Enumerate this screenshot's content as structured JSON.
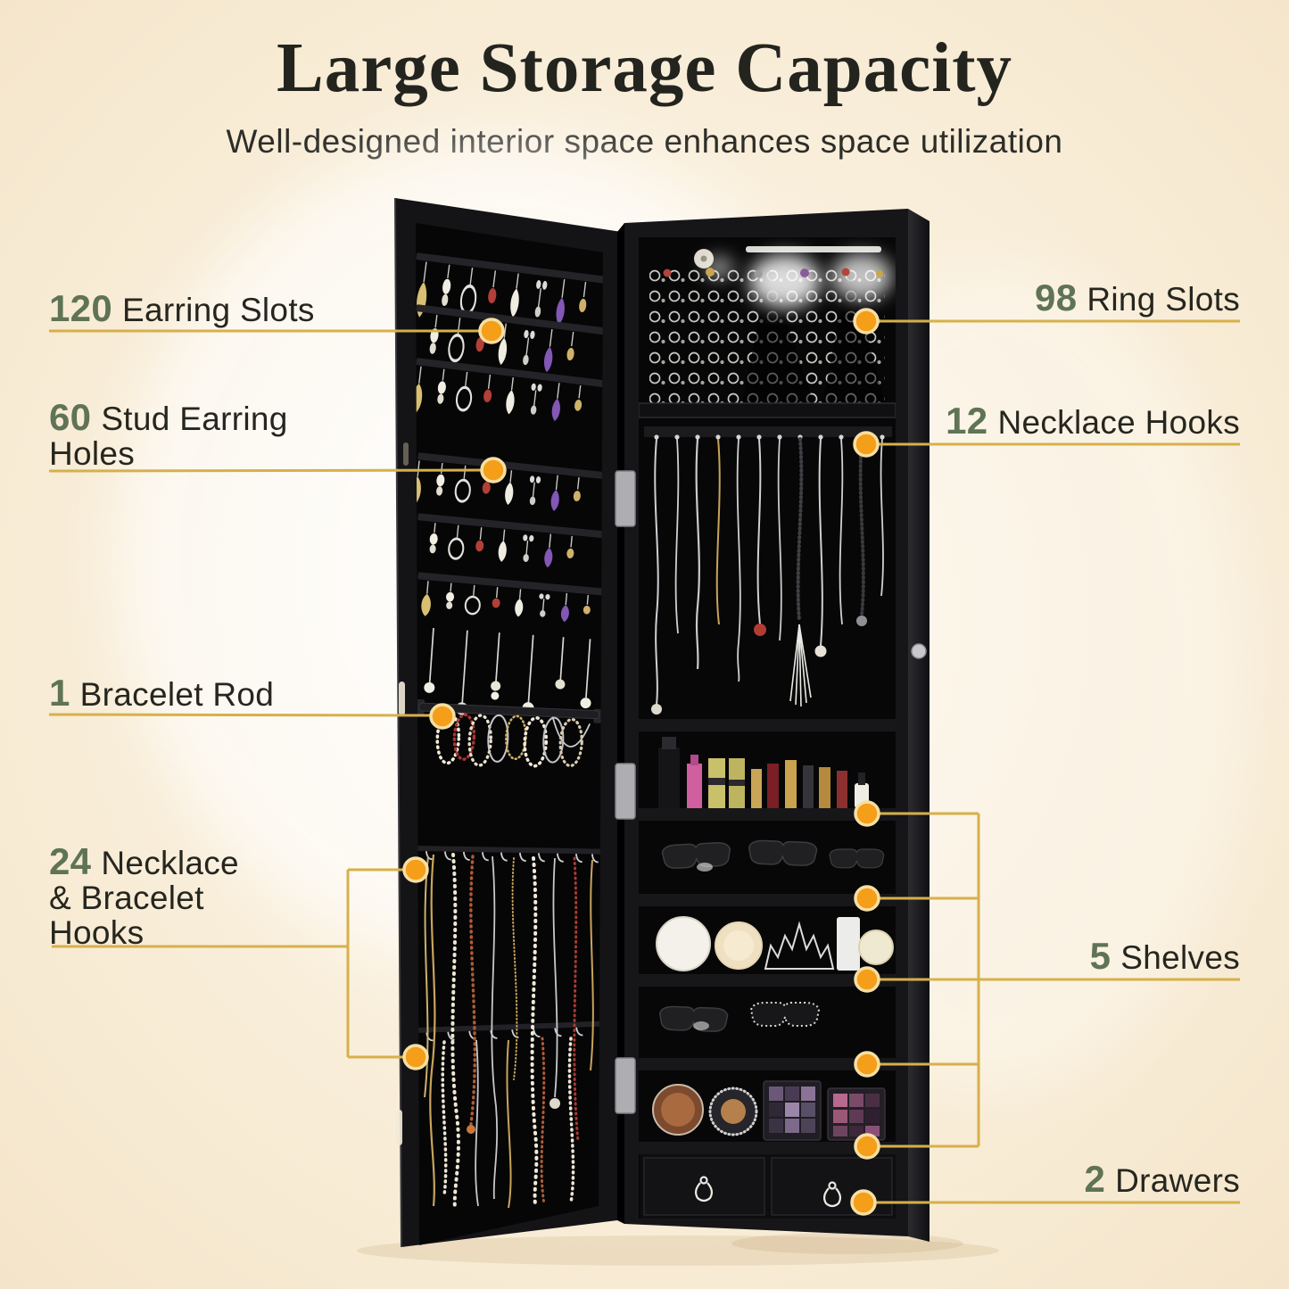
{
  "header": {
    "title": "Large Storage Capacity",
    "subtitle": "Well-designed interior space enhances space utilization"
  },
  "labels": {
    "earring_slots": {
      "number": "120",
      "text": "Earring Slots"
    },
    "stud_earring_holes": {
      "number": "60",
      "text": "Stud Earring Holes"
    },
    "bracelet_rod": {
      "number": "1",
      "text": "Bracelet Rod"
    },
    "necklace_bracelet_hooks": {
      "number": "24",
      "text": "Necklace & Bracelet Hooks"
    },
    "ring_slots": {
      "number": "98",
      "text": "Ring Slots"
    },
    "necklace_hooks": {
      "number": "12",
      "text": "Necklace Hooks"
    },
    "shelves": {
      "number": "5",
      "text": "Shelves"
    },
    "drawers": {
      "number": "2",
      "text": "Drawers"
    }
  },
  "icons": {
    "callout_marker": "orange-dot"
  },
  "colors": {
    "accent_green": "#5f7355",
    "accent_orange": "#f59e19",
    "line_gold": "#d6b04a",
    "text_dark": "#26261f",
    "background_cream": "#f6e9d2",
    "cabinet_black": "#121214"
  }
}
